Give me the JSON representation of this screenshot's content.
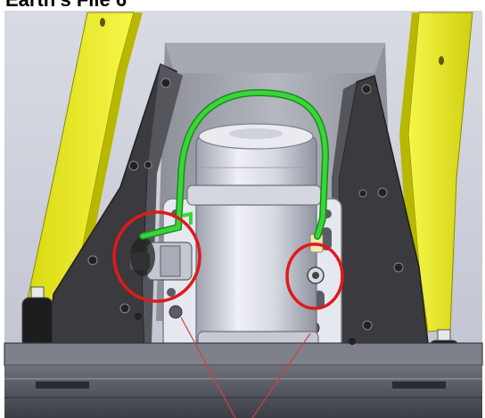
{
  "title": "Earth's File 6",
  "colors": {
    "background": "#ffffff",
    "scene_background": "#c9cbd6",
    "side_panel": "#f0f02a",
    "bracket": "#3a3a3f",
    "motor": "#d8dbe3",
    "cable": "#39d639",
    "highlight_circle": "#e01a1a",
    "leader_lines": "#d04040"
  },
  "icons": {
    "highlight_left": "red-circle-highlight",
    "highlight_right": "red-circle-highlight"
  }
}
